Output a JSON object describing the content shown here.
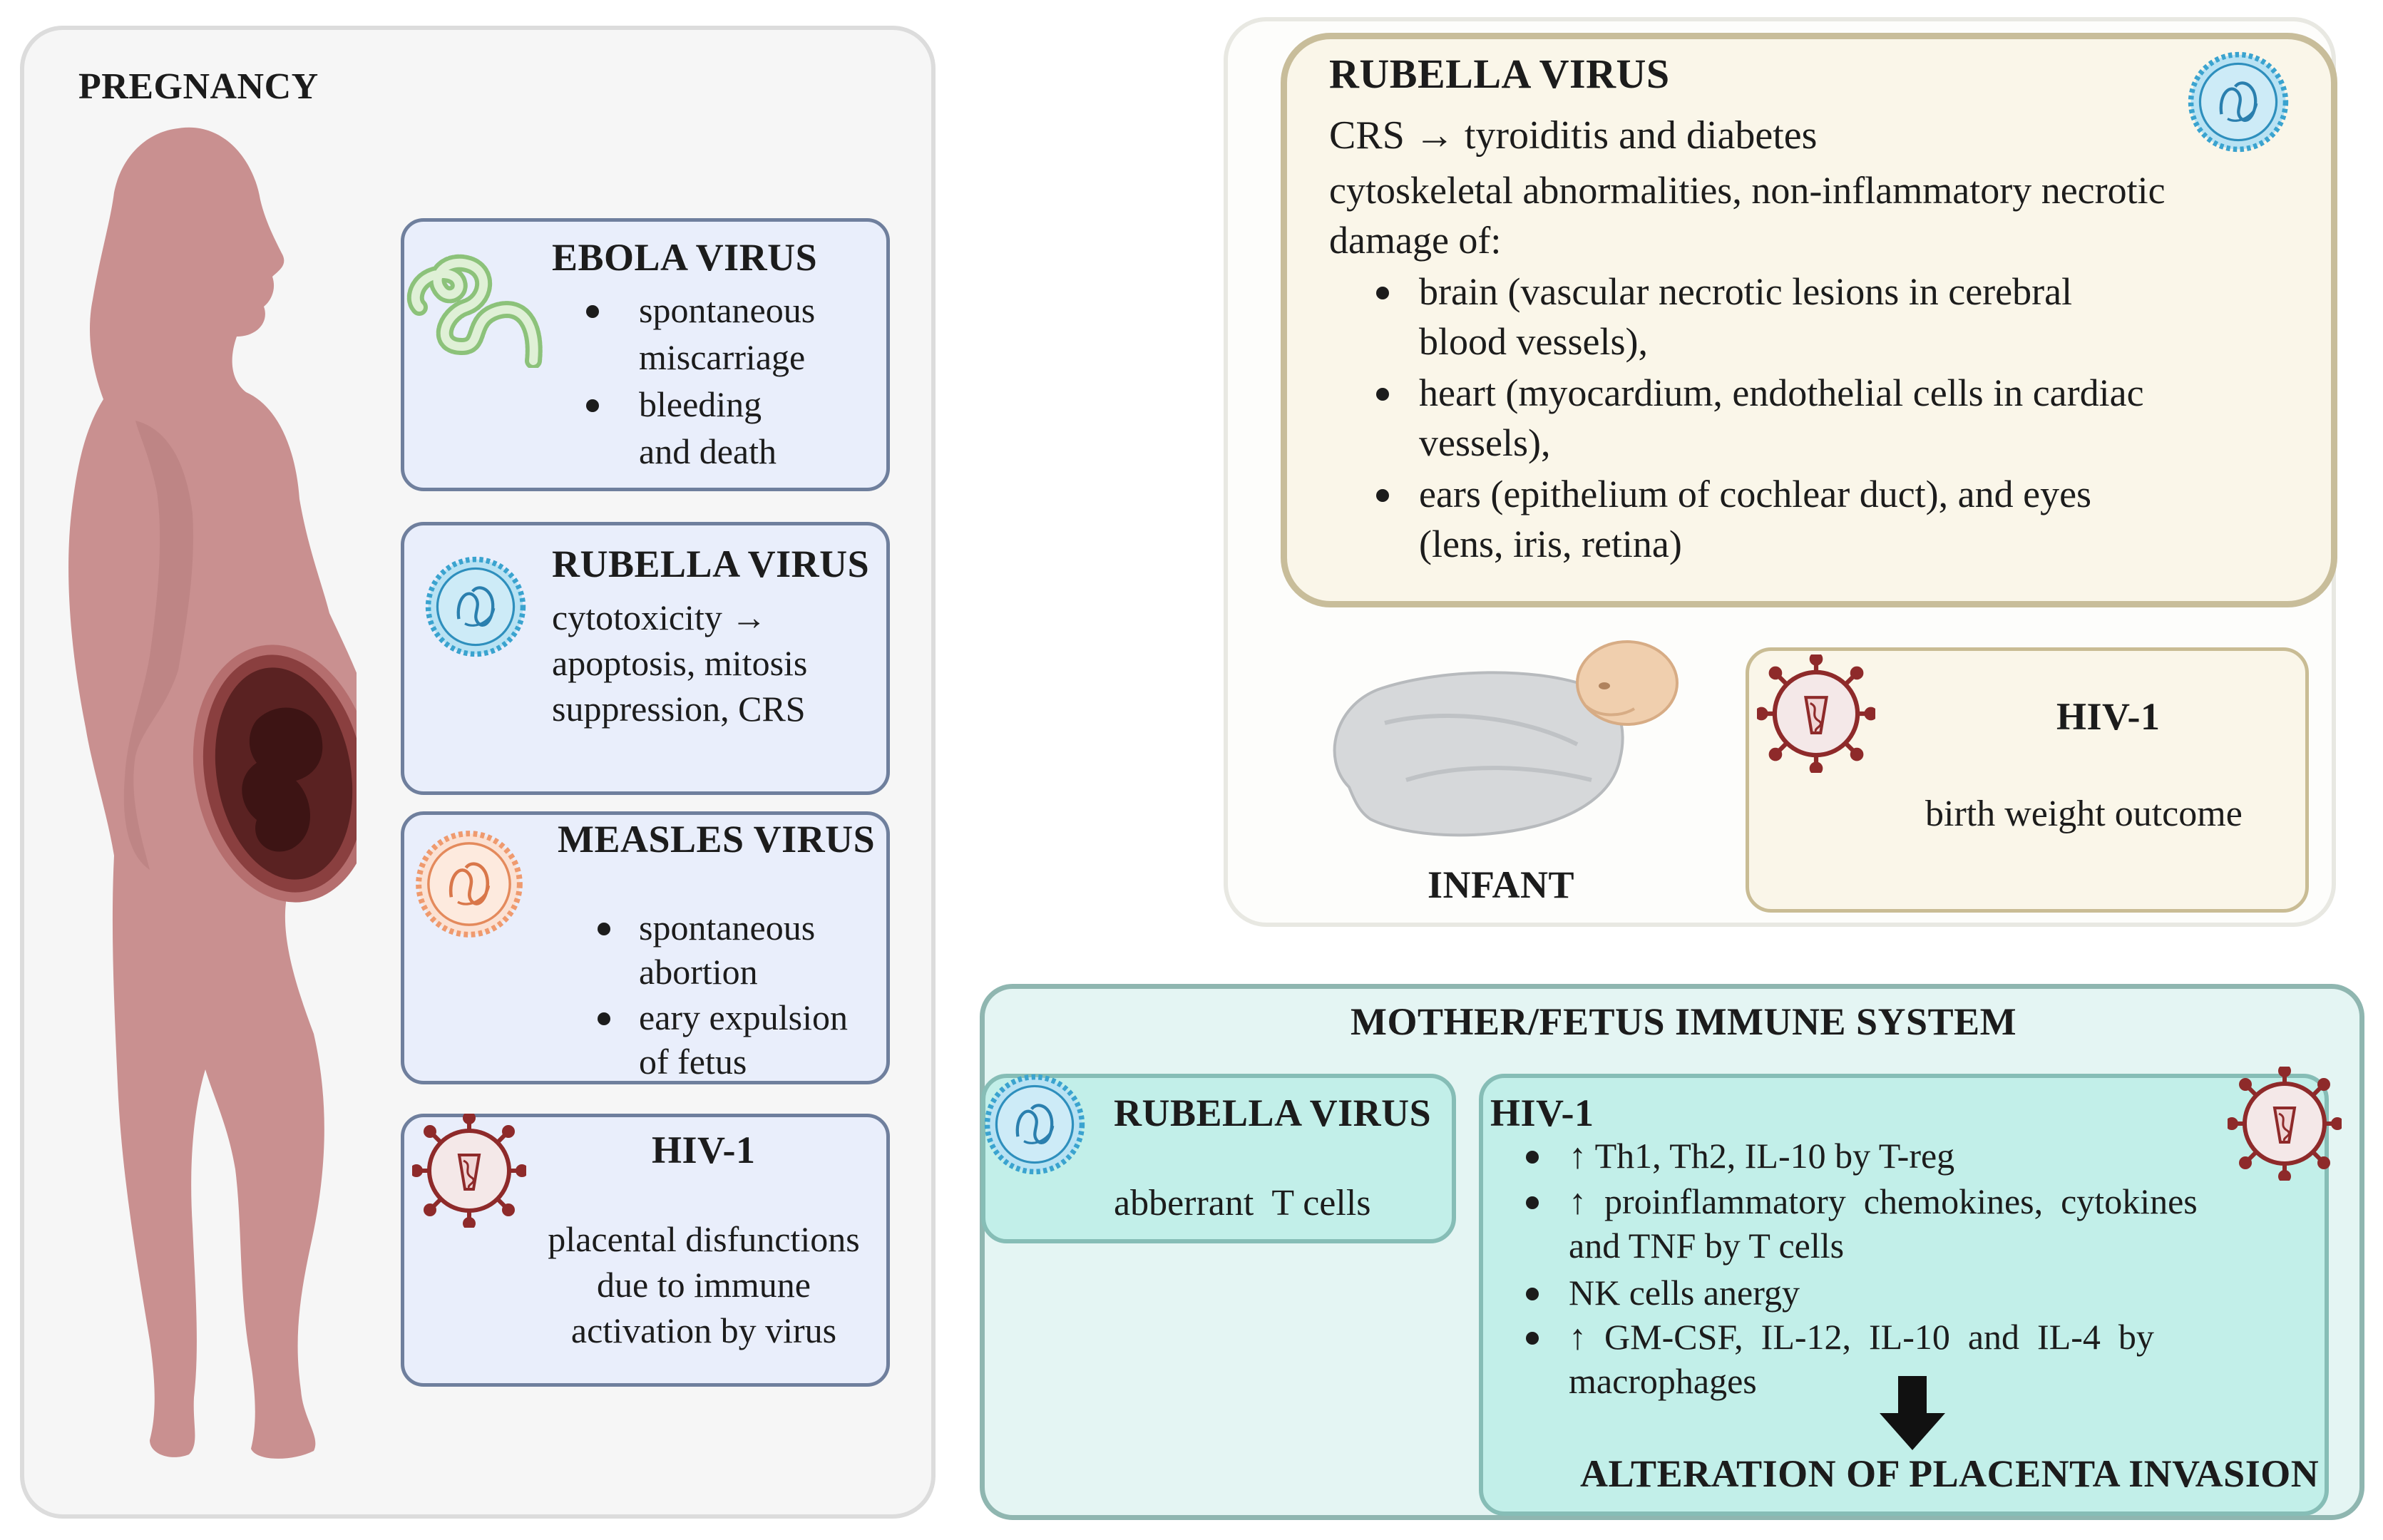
{
  "pregnancy_panel": {
    "title": "PREGNANCY",
    "ebola": {
      "title": "EBOLA VIRUS",
      "bullets": [
        "spontaneous\nmiscarriage",
        "bleeding\nand death"
      ]
    },
    "rubella": {
      "title": "RUBELLA VIRUS",
      "text": "cytotoxicity →\napoptosis, mitosis\nsuppression, CRS"
    },
    "measles": {
      "title": "MEASLES VIRUS",
      "bullets": [
        "spontaneous\nabortion",
        "eary expulsion\nof fetus"
      ]
    },
    "hiv": {
      "title": "HIV-1",
      "text": "placental disfunctions\ndue to immune\nactivation by virus"
    }
  },
  "infant_panel": {
    "rubella": {
      "title": "RUBELLA VIRUS",
      "line1": "CRS → tyroiditis and diabetes",
      "line2": "cytoskeletal abnormalities, non-inflammatory necrotic\ndamage of:",
      "bullets": [
        "brain (vascular necrotic lesions in cerebral\nblood vessels),",
        "heart (myocardium, endothelial cells in cardiac\nvessels),",
        "ears (epithelium of cochlear duct), and eyes\n(lens, iris, retina)"
      ]
    },
    "infant_label": "INFANT",
    "hiv": {
      "title": "HIV-1",
      "text": "birth weight outcome"
    }
  },
  "immune_panel": {
    "title": "MOTHER/FETUS IMMUNE SYSTEM",
    "rubella": {
      "title": "RUBELLA VIRUS",
      "text": "abberrant  T cells"
    },
    "hiv": {
      "title": "HIV-1",
      "bullets": [
        "↑ Th1, Th2, IL-10 by T-reg",
        "↑  proinflammatory  chemokines,  cytokines",
        "and TNF by T cells",
        "NK cells anergy",
        "↑  GM-CSF,  IL-12,  IL-10  and  IL-4  by",
        "macrophages"
      ],
      "outcome": "ALTERATION OF PLACENTA  INVASION"
    }
  },
  "icons": [
    "pregnant-woman-silhouette",
    "ebola-virus-icon",
    "rubella-virus-icon",
    "measles-virus-icon",
    "hiv-virus-icon",
    "swaddled-infant",
    "down-arrow-icon"
  ],
  "colors": {
    "pregnancy_box": "#e9eefb",
    "infant_box": "#faf6e9",
    "immune_box": "#c2efe9",
    "woman": "#c99090",
    "rubella_icon": "#3aa3cf",
    "measles_icon": "#ef9a6e",
    "hiv_icon": "#8e2a2a",
    "ebola_icon": "#8cc27a"
  }
}
